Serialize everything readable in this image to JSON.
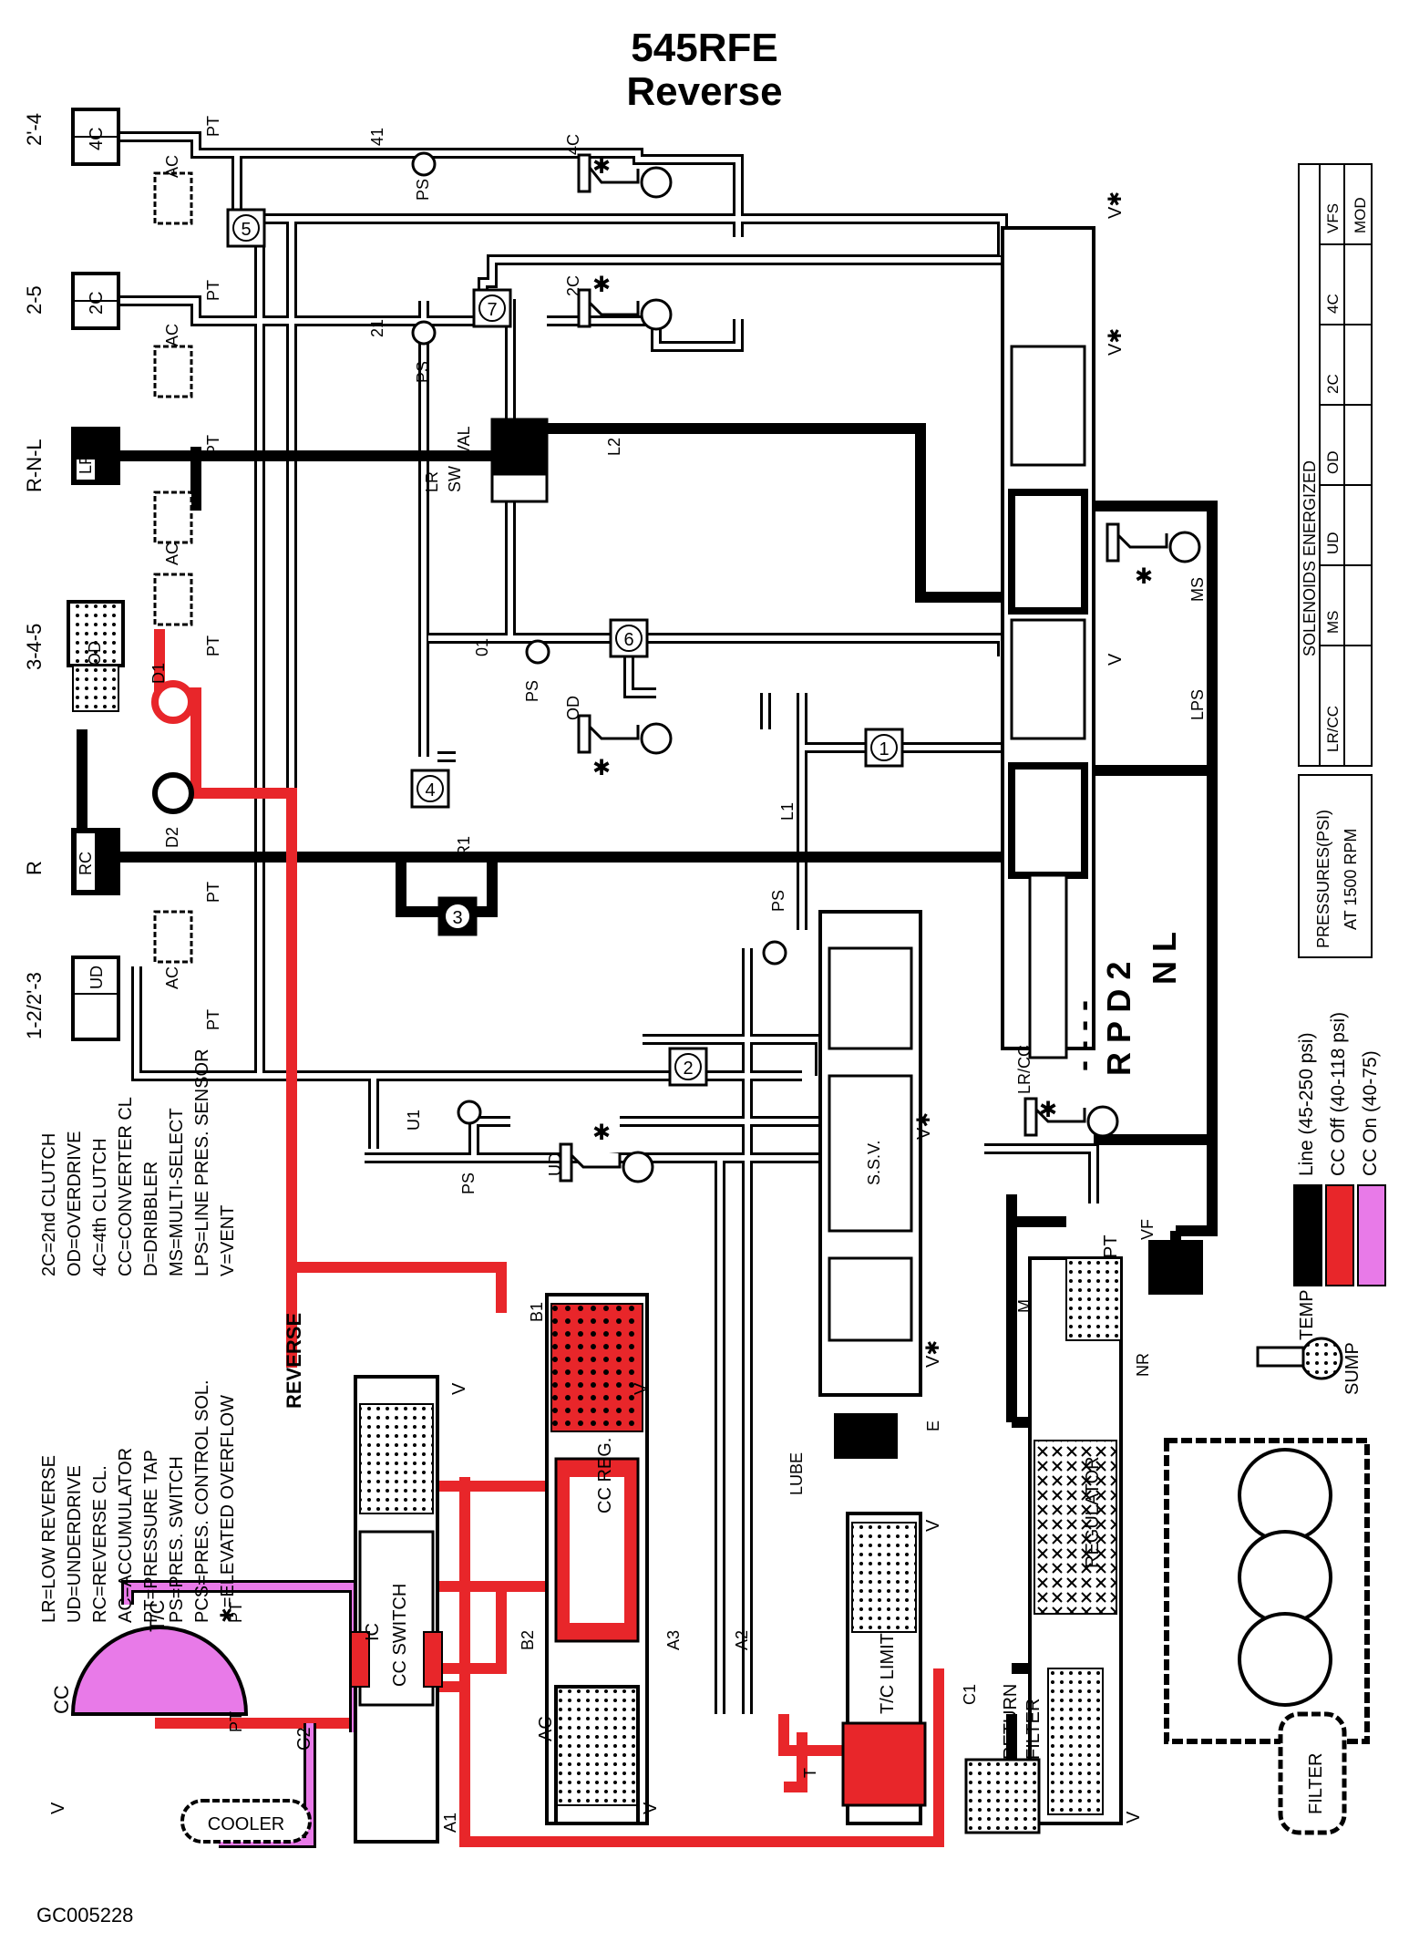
{
  "title": "545RFE",
  "subtitle": "Reverse",
  "footer_code": "GC005228",
  "colors": {
    "line": "#000000",
    "cc_off": "#e8262a",
    "cc_on": "#e87ae8",
    "outline": "#000000",
    "paper": "#ffffff"
  },
  "clutches": [
    {
      "name": "2'-4",
      "code": "4C"
    },
    {
      "name": "2-5",
      "code": "2C"
    },
    {
      "name": "R-N-L",
      "code": "LR"
    },
    {
      "name": "3-4-5",
      "code": "OD"
    },
    {
      "name": "R",
      "code": "RC"
    },
    {
      "name": "1-2/2'-3",
      "code": "UD"
    }
  ],
  "labels": {
    "pt": "PT",
    "ac": "AC",
    "ps": "PS",
    "v": "V",
    "vstar": "V✱",
    "star": "✱",
    "d1": "D1",
    "d2": "D2",
    "r1": "R1",
    "l1": "L1",
    "l2": "L2",
    "u1": "U1",
    "n41": "41",
    "n21": "21",
    "n01": "01",
    "val": "VAL",
    "lrsw_lr": "LR",
    "lrsw_sw": "SW",
    "ms": "MS",
    "lps": "LPS",
    "lrcc": "LR/CC",
    "ud": "UD",
    "od": "OD",
    "c2": "2C",
    "c4": "4C",
    "ssv": "S.S.V.",
    "cc": "CC",
    "tc": "T/C",
    "c2b": "C2",
    "ic": "IC",
    "b1": "B1",
    "b2": "B2",
    "a1": "A1",
    "a2": "A2",
    "a3": "A3",
    "c1": "C1",
    "e": "E",
    "t": "T",
    "m": "M",
    "nr": "NR",
    "vf": "VF",
    "pcs": "PCS",
    "ccswitch": "CC SWITCH",
    "ccreg": "CC REG.",
    "tclimit": "T/C LIMIT",
    "regulator": "REGULATOR",
    "accum": "AC",
    "lube": "LUBE",
    "cooler": "COOLER",
    "return_filter_1": "RETURN",
    "return_filter_2": "FILTER",
    "filter": "FILTER",
    "temp": "TEMP",
    "sump": "SUMP",
    "reverse": "REVERSE"
  },
  "checkballs": [
    "1",
    "2",
    "3",
    "4",
    "5",
    "6",
    "7"
  ],
  "manual_valve": {
    "row1": "R P D 2",
    "row2": "N L",
    "dashes": "- - - -"
  },
  "solenoid_table": {
    "header": "SOLENOIDS ENERGIZED",
    "columns": [
      "LR/CC",
      "MS",
      "UD",
      "OD",
      "2C",
      "4C",
      "VFS"
    ],
    "row2": [
      "",
      "",
      "",
      "",
      "",
      "",
      "MOD"
    ]
  },
  "pressures": {
    "line1": "PRESSURES(PSI)",
    "line2": "AT 1500 RPM"
  },
  "legend": [
    {
      "label": "Line (45-250 psi)",
      "color": "#000000"
    },
    {
      "label": "CC Off (40-118 psi)",
      "color": "#e8262a"
    },
    {
      "label": "CC On (40-75)",
      "color": "#e87ae8"
    }
  ],
  "abbreviations": [
    "LR=LOW REVERSE",
    "UD=UNDERDRIVE",
    "RC=REVERSE CL.",
    "AC=ACCUMULATOR",
    "PT=PRESSURE TAP",
    "PS=PRES. SWITCH",
    "PCS=PRES. CONTROL SOL.",
    "✱=ELEVATED OVERFLOW",
    "2C=2nd CLUTCH",
    "OD=OVERDRIVE",
    "4C=4th CLUTCH",
    "CC=CONVERTER CL",
    "D=DRIBBLER",
    "MS=MULTI-SELECT",
    "LPS=LINE PRES. SENSOR",
    "V=VENT"
  ]
}
